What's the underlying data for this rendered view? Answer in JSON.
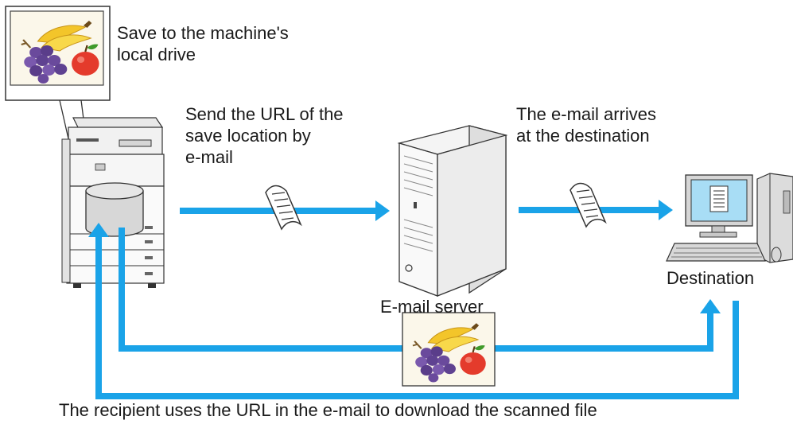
{
  "labels": {
    "save_local": [
      "Save to the machine's",
      "local drive"
    ],
    "send_url": [
      "Send the URL of the",
      "save location by",
      "e-mail"
    ],
    "email_arrives": [
      "The e-mail arrives",
      "at the destination"
    ],
    "email_server": "E-mail server",
    "destination": "Destination",
    "recipient_download": "The recipient uses the URL in the e-mail to download the scanned file"
  },
  "icons": {
    "image_thumbnail": "fruit-image-icon",
    "email_document": "email-document-icon",
    "mfp": "multifunction-printer-icon",
    "server": "email-server-icon",
    "computer": "destination-computer-icon",
    "drive": "local-drive-icon"
  },
  "colors": {
    "arrow": "#1aa3e8",
    "text": "#1a1a1a"
  }
}
